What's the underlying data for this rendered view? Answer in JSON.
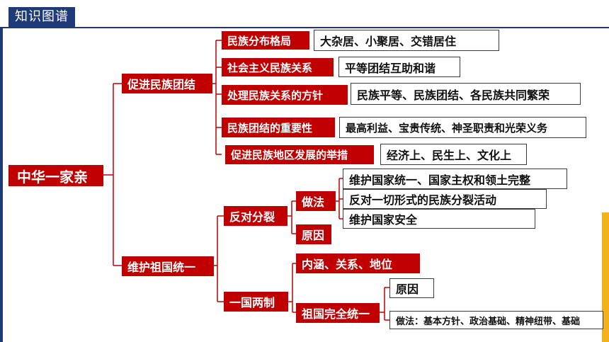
{
  "header": {
    "tag": "知识图谱"
  },
  "root": "中华一家亲",
  "branch1": {
    "label": "促进民族团结",
    "items": [
      {
        "label": "民族分布格局",
        "value": "大杂居、小聚居、交错居住"
      },
      {
        "label": "社会主义民族关系",
        "value": "平等团结互助和谐"
      },
      {
        "label": "处理民族关系的方针",
        "value": "民族平等、民族团结、各民族共同繁荣"
      },
      {
        "label": "民族团结的重要性",
        "value": "最高利益、宝贵传统、神圣职责和光荣义务"
      },
      {
        "label": "促进民族地区发展的举措",
        "value": "经济上、民生上、文化上"
      }
    ]
  },
  "branch2": {
    "label": "维护祖国统一",
    "oppose": {
      "label": "反对分裂",
      "method": "做法",
      "method_items": [
        "维护国家统一、国家主权和领土完整",
        "反对一切形式的民族分裂活动",
        "维护国家安全"
      ],
      "reason": "原因"
    },
    "one_country": {
      "label": "一国两制",
      "connotation": "内涵、关系、地位",
      "reunification": {
        "label": "祖国完全统一",
        "reason": "原因",
        "method": "做法：基本方针、政治基础、精神纽带、基础"
      }
    }
  },
  "colors": {
    "node": "#c00000",
    "accent": "#1f3a78",
    "yellow": "#f2b21b"
  }
}
